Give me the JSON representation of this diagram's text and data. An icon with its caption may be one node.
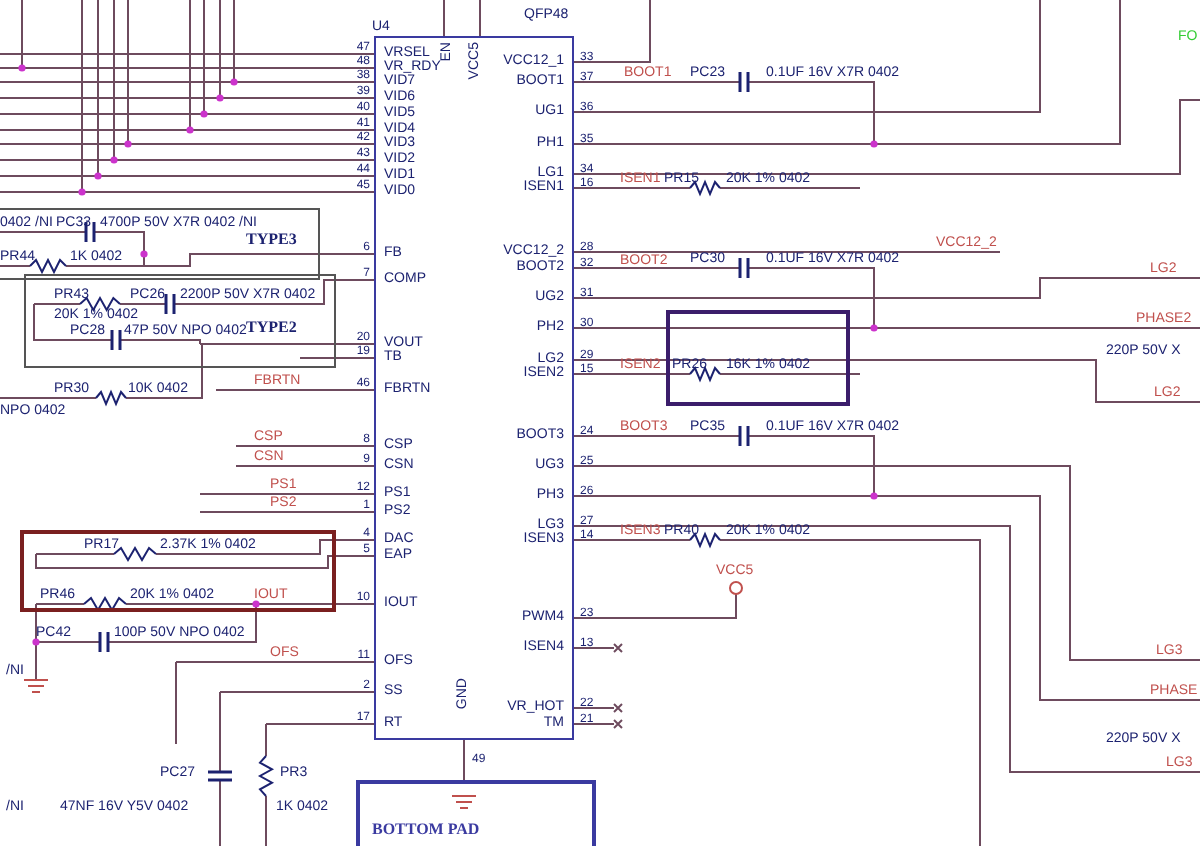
{
  "diagram": {
    "nodes": [
      {
        "text": [
          "U4",
          "VRSEL",
          "VR_RDY",
          "VID7",
          "VID6",
          "VID5",
          "VID4",
          "VID3",
          "VID2",
          "VID1",
          "VID0",
          "FB",
          "COMP",
          "VOUT",
          "TB",
          "FBRTN",
          "CSP",
          "CSN",
          "PS1",
          "PS2",
          "DAC",
          "EAP",
          "IOUT",
          "OFS",
          "SS",
          "RT",
          "EN",
          "VCC5",
          "GND",
          "VCC12_1",
          "BOOT1",
          "UG1",
          "PH1",
          "LG1",
          "ISEN1",
          "VCC12_2",
          "BOOT2",
          "UG2",
          "PH2",
          "LG2",
          "ISEN2",
          "BOOT3",
          "UG3",
          "PH3",
          "LG3",
          "ISEN3",
          "PWM4",
          "ISEN4",
          "VR_HOT",
          "TM"
        ],
        "beside": [
          "47",
          "48",
          "38",
          "39",
          "40",
          "41",
          "42",
          "43",
          "44",
          "45",
          "6",
          "7",
          "20",
          "19",
          "46",
          "8",
          "9",
          "12",
          "1",
          "4",
          "5",
          "10",
          "11",
          "2",
          "17",
          "49",
          "33",
          "37",
          "36",
          "35",
          "34",
          "16",
          "28",
          "32",
          "31",
          "30",
          "29",
          "15",
          "24",
          "25",
          "26",
          "27",
          "14",
          "23",
          "13",
          "22",
          "21"
        ]
      },
      {
        "text": [
          "TYPE3"
        ]
      },
      {
        "text": [
          "TYPE2"
        ]
      },
      {
        "text": [],
        "shape": "box"
      },
      {
        "text": [],
        "shape": "box"
      },
      {
        "text": [
          "BOTTOM PAD"
        ]
      }
    ],
    "edges": [
      {
        "from": 0,
        "to": 1,
        "arrow": "none"
      },
      {
        "from": 0,
        "to": 2,
        "arrow": "none"
      },
      {
        "from": 0,
        "to": 2,
        "arrow": "none"
      },
      {
        "from": 0,
        "to": 2,
        "arrow": "none"
      },
      {
        "from": 0,
        "to": 3,
        "arrow": "none"
      },
      {
        "from": 0,
        "to": 3,
        "arrow": "none"
      },
      {
        "from": 0,
        "to": 3,
        "arrow": "none"
      },
      {
        "from": 0,
        "to": 4,
        "arrow": "none"
      },
      {
        "from": 0,
        "to": 5,
        "arrow": "none"
      }
    ],
    "labels": [
      "QFP48",
      "0402 /NI",
      "PC33",
      "4700P 50V X7R 0402 /NI",
      "PR44",
      "1K 0402",
      "PR43",
      "PC26",
      "2200P 50V X7R 0402",
      "20K 1% 0402",
      "PC28",
      "47P 50V NPO 0402",
      "FBRTN",
      "PR30",
      "10K 0402",
      "NPO 0402",
      "CSP",
      "CSN",
      "PS1",
      "PS2",
      "PR17",
      "2.37K 1% 0402",
      "PR46",
      "20K 1% 0402",
      "IOUT",
      "PC42",
      "100P 50V NPO 0402",
      "OFS",
      "/NI",
      "PC27",
      "PR3",
      "/NI",
      "47NF 16V Y5V 0402",
      "1K 0402",
      "BOOT1",
      "PC23",
      "0.1UF 16V X7R 0402",
      "FO",
      "ISEN1",
      "PR15",
      "20K 1% 0402",
      "VCC12_2",
      "BOOT2",
      "PC30",
      "0.1UF 16V X7R 0402",
      "LG2",
      "PHASE2",
      "ISEN2",
      "PR26",
      "16K 1% 0402",
      "220P 50V X",
      "LG2",
      "BOOT3",
      "PC35",
      "0.1UF 16V X7R 0402",
      "ISEN3",
      "PR40",
      "20K 1% 0402",
      "VCC5",
      "LG3",
      "PHASE",
      "220P 50V X",
      "LG3"
    ]
  }
}
